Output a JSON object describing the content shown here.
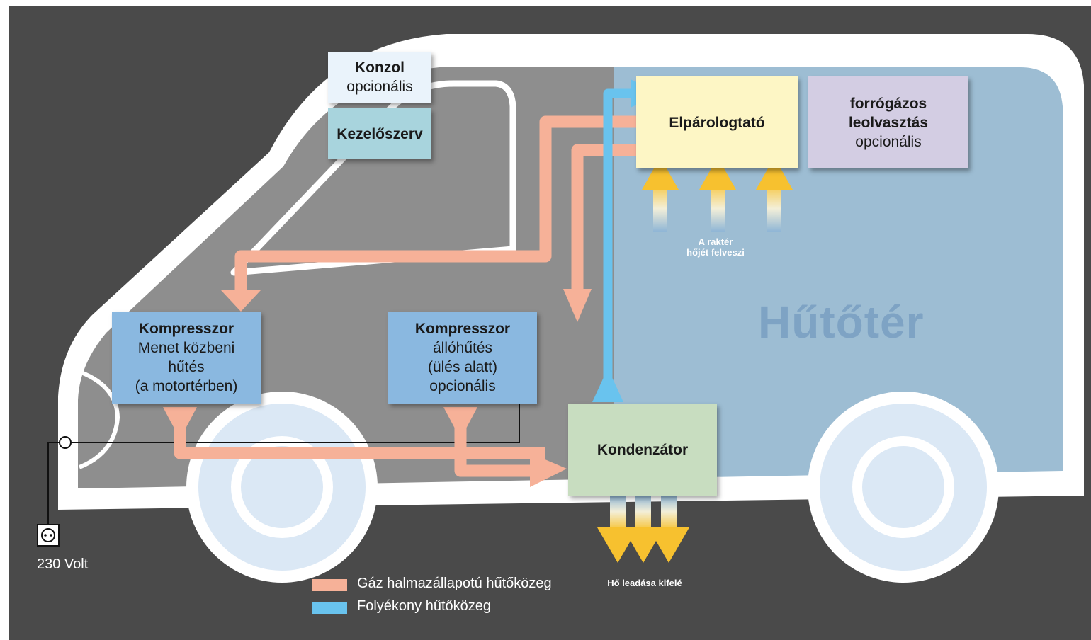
{
  "colors": {
    "background": "#4a4a4a",
    "van_outline": "#ffffff",
    "cab_fill": "#8e8e8e",
    "cargo_fill": "#9dbdd3",
    "gas_refrigerant": "#f6b198",
    "liquid_refrigerant": "#69c3ee",
    "konzol": "#eaf3fb",
    "kezeloszerv": "#a8d4dd",
    "compressor": "#8ab8e0",
    "condenser": "#c8ddc0",
    "evaporator": "#fdf6c5",
    "defrost": "#d3cde3",
    "heat_arrow_top": "#f7c12f",
    "heat_arrow_bottom": "#8fb6d6"
  },
  "boxes": {
    "konzol": {
      "title": "Konzol",
      "subtitle": "opcionális"
    },
    "kezeloszerv": {
      "title": "Kezelőszerv"
    },
    "compressor_driving": {
      "title": "Kompresszor",
      "lines": [
        "Menet közbeni",
        "hűtés",
        "(a motortérben)"
      ]
    },
    "compressor_standby": {
      "title": "Kompresszor",
      "lines": [
        "állóhűtés",
        "(ülés alatt)",
        "opcionális"
      ]
    },
    "condenser": {
      "title": "Kondenzátor"
    },
    "evaporator": {
      "title": "Elpárologtató"
    },
    "defrost": {
      "title_lines": [
        "forrógázos",
        "leolvasztás"
      ],
      "subtitle": "opcionális"
    }
  },
  "labels": {
    "cargo_space": "Hűtőtér",
    "absorbs_heat": [
      "A raktér",
      "hőjét felveszi"
    ],
    "releases_heat": "Hő leadása kifelé",
    "power": "230 Volt"
  },
  "legend": {
    "gas": "Gáz halmazállapotú hűtőközeg",
    "liquid": "Folyékony hűtőközeg"
  },
  "icons": [
    "socket-icon"
  ]
}
